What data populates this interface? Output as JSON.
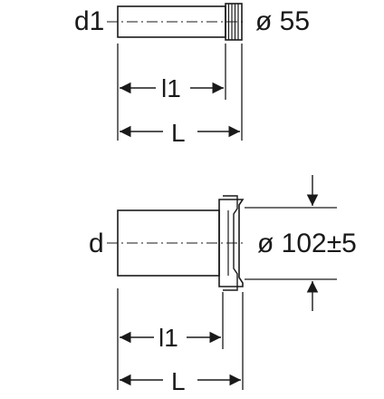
{
  "top_part": {
    "label_d1": "d1",
    "label_l1": "l1",
    "label_L": "L",
    "label_diameter": "ø 55"
  },
  "bottom_part": {
    "label_d": "d",
    "label_l1": "l1",
    "label_L": "L",
    "label_diameter": "ø 102±5"
  }
}
